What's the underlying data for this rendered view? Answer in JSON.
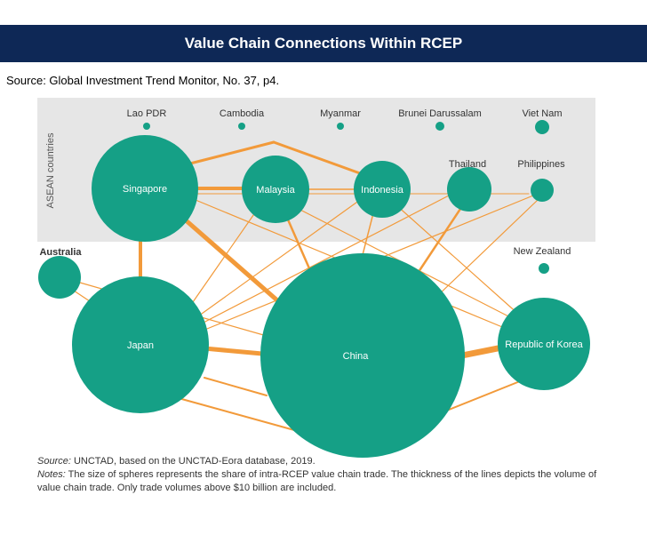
{
  "header": {
    "title": "Value Chain Connections Within RCEP",
    "source_line": "Source: Global Investment Trend Monitor, No. 37, p4."
  },
  "diagram": {
    "region_label": "ASEAN countries",
    "colors": {
      "node": "#15a086",
      "link": "#f29a3a",
      "asean_band": "#e6e6e6",
      "banner": "#0e2856"
    },
    "nodes": {
      "lao": "Lao PDR",
      "cambodia": "Cambodia",
      "myanmar": "Myanmar",
      "brunei": "Brunei Darussalam",
      "vietnam": "Viet Nam",
      "singapore": "Singapore",
      "malaysia": "Malaysia",
      "indonesia": "Indonesia",
      "thailand": "Thailand",
      "philippines": "Philippines",
      "australia": "Australia",
      "newzealand": "New Zealand",
      "japan": "Japan",
      "china": "China",
      "korea": "Republic of Korea"
    }
  },
  "footer": {
    "source_label": "Source:",
    "source_text": " UNCTAD, based on the UNCTAD-Eora database, 2019.",
    "notes_label": "Notes:",
    "notes_text": " The size of spheres represents the share of intra-RCEP value chain trade. The thickness of the lines depicts the volume of value chain trade. Only trade volumes above $10 billion are included."
  }
}
